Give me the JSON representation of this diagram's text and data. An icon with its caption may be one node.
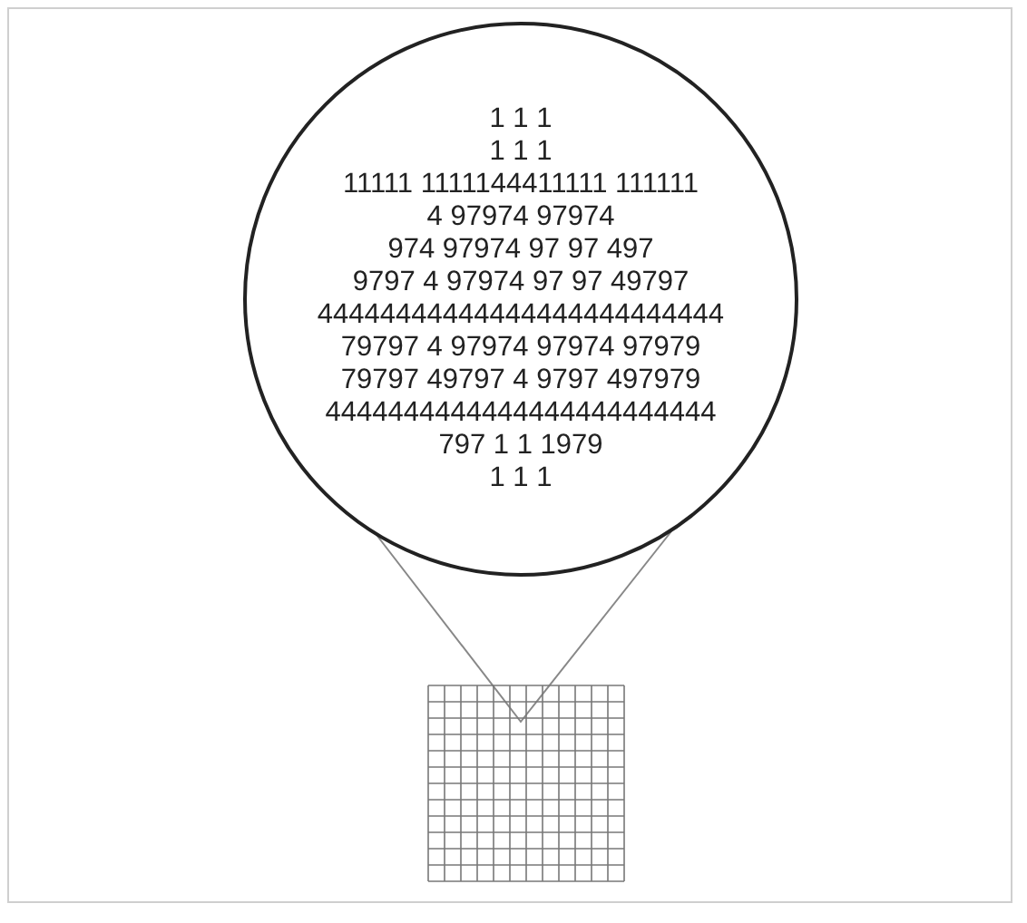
{
  "diagram": {
    "nodes": [
      {
        "text": [
          "1 1 1",
          "1 1 1",
          "11111 1111144411111 111111",
          "4 97974 97974",
          "974 97974 97 97 497",
          "9797 4 97974 97 97 49797",
          "44444444444444444444444444",
          "79797 4 97974 97974 97979",
          "79797 49797 4 9797 497979",
          "4444444444444444444444444",
          "797 1 1 1979",
          "1 1 1"
        ]
      }
    ]
  }
}
